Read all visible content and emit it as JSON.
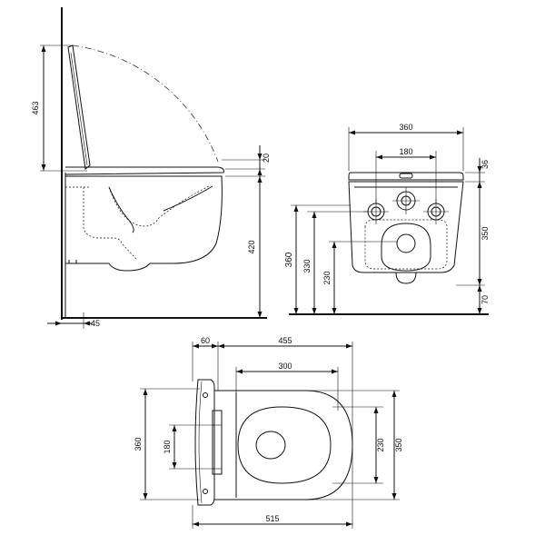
{
  "colors": {
    "ink": "#111111",
    "background": "#ffffff"
  },
  "side_view": {
    "dim_463": "463",
    "dim_20": "20",
    "dim_420": "420",
    "dim_45": "45"
  },
  "front_view": {
    "dim_360_top": "360",
    "dim_180": "180",
    "dim_36": "36",
    "dim_350": "350",
    "dim_70": "70",
    "dim_360_left": "360",
    "dim_330": "330",
    "dim_230": "230"
  },
  "top_view": {
    "dim_60": "60",
    "dim_455": "455",
    "dim_300": "300",
    "dim_360": "360",
    "dim_180": "180",
    "dim_230": "230",
    "dim_350": "350",
    "dim_515": "515"
  }
}
